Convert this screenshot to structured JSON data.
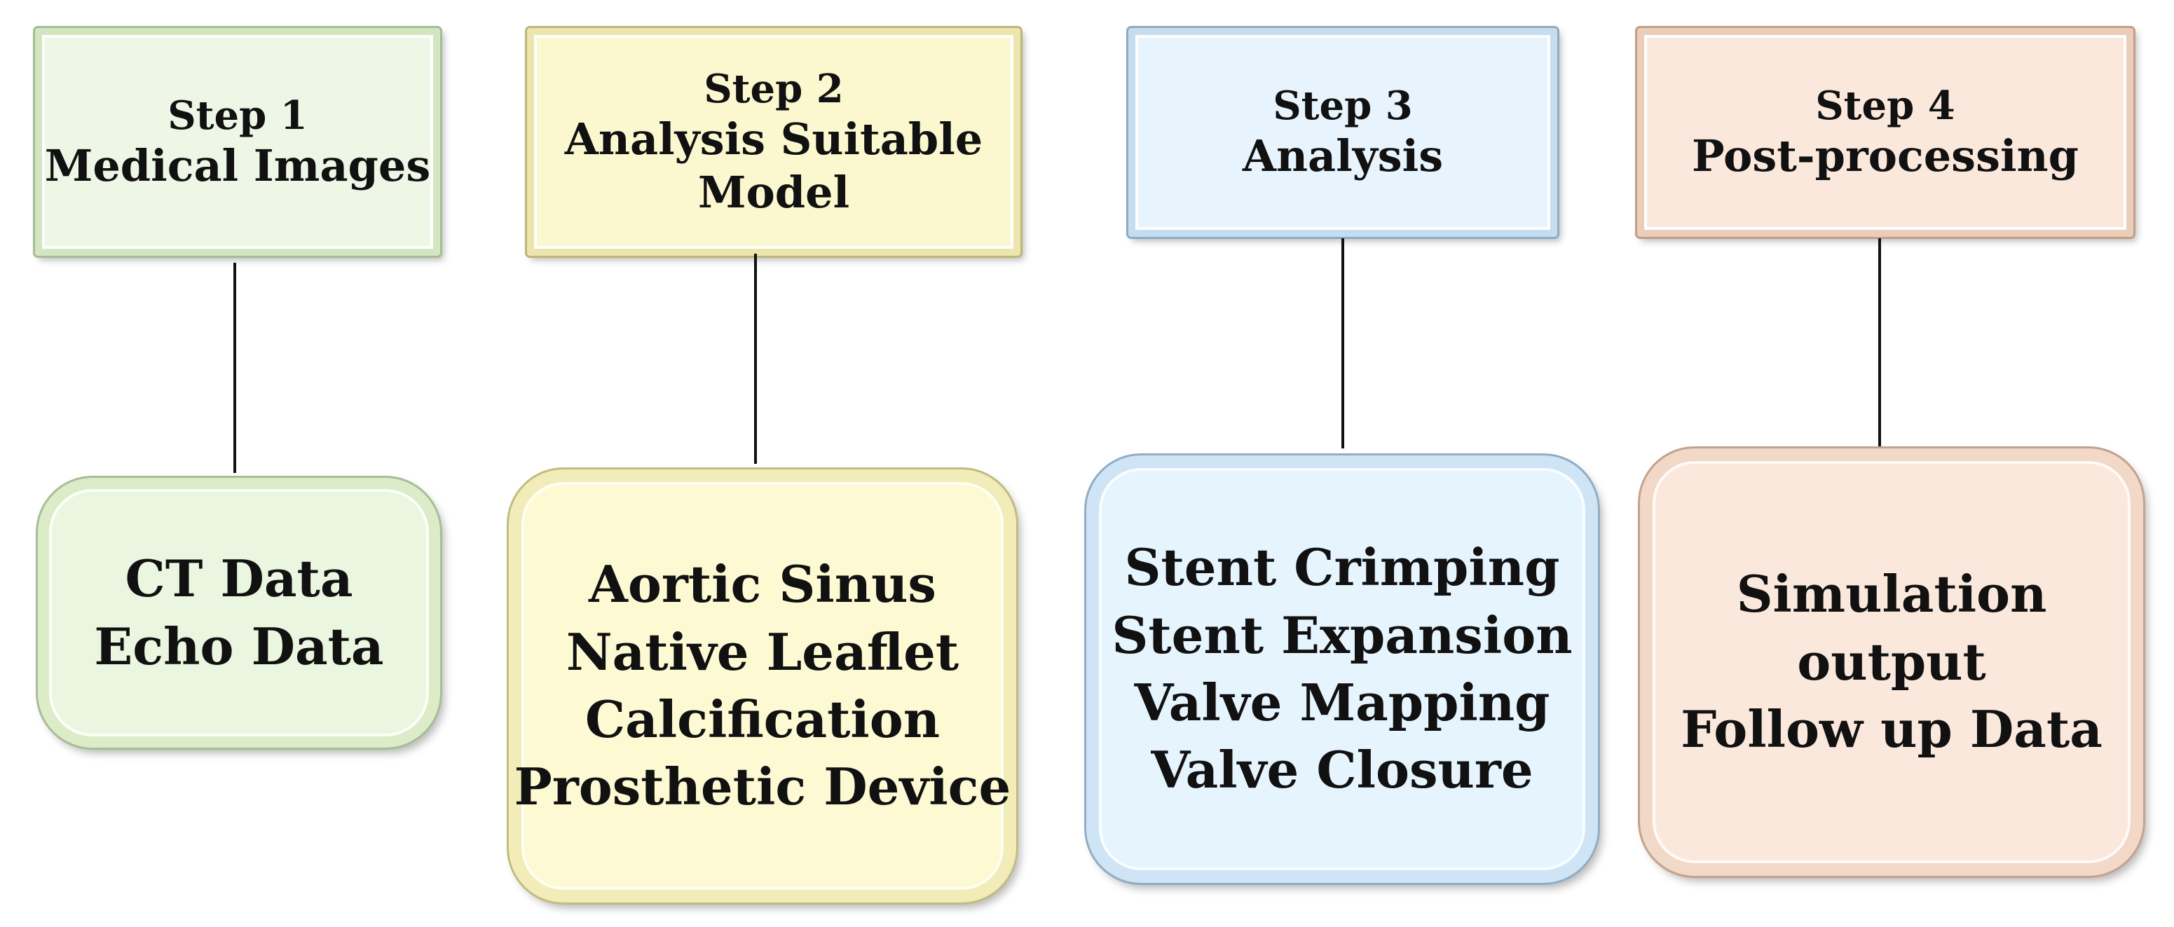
{
  "steps": [
    {
      "header_lines": [
        "Step 1",
        "Medical Images"
      ],
      "items": [
        "CT Data",
        "Echo Data"
      ]
    },
    {
      "header_lines": [
        "Step 2",
        "Analysis Suitable",
        "Model"
      ],
      "items": [
        "Aortic Sinus",
        "Native Leaflet",
        "Calcification",
        "Prosthetic Device"
      ]
    },
    {
      "header_lines": [
        "Step 3",
        "Analysis"
      ],
      "items": [
        "Stent Crimping",
        "Stent Expansion",
        "Valve Mapping",
        "Valve Closure"
      ]
    },
    {
      "header_lines": [
        "Step 4",
        "Post-processing"
      ],
      "items": [
        "Simulation",
        "output",
        "Follow up Data"
      ]
    }
  ],
  "colors": {
    "step1": "#eef7e6",
    "step2": "#fbf8d0",
    "step3": "#e7f4fd",
    "step4": "#fbe8dc",
    "connector": "#111111"
  }
}
